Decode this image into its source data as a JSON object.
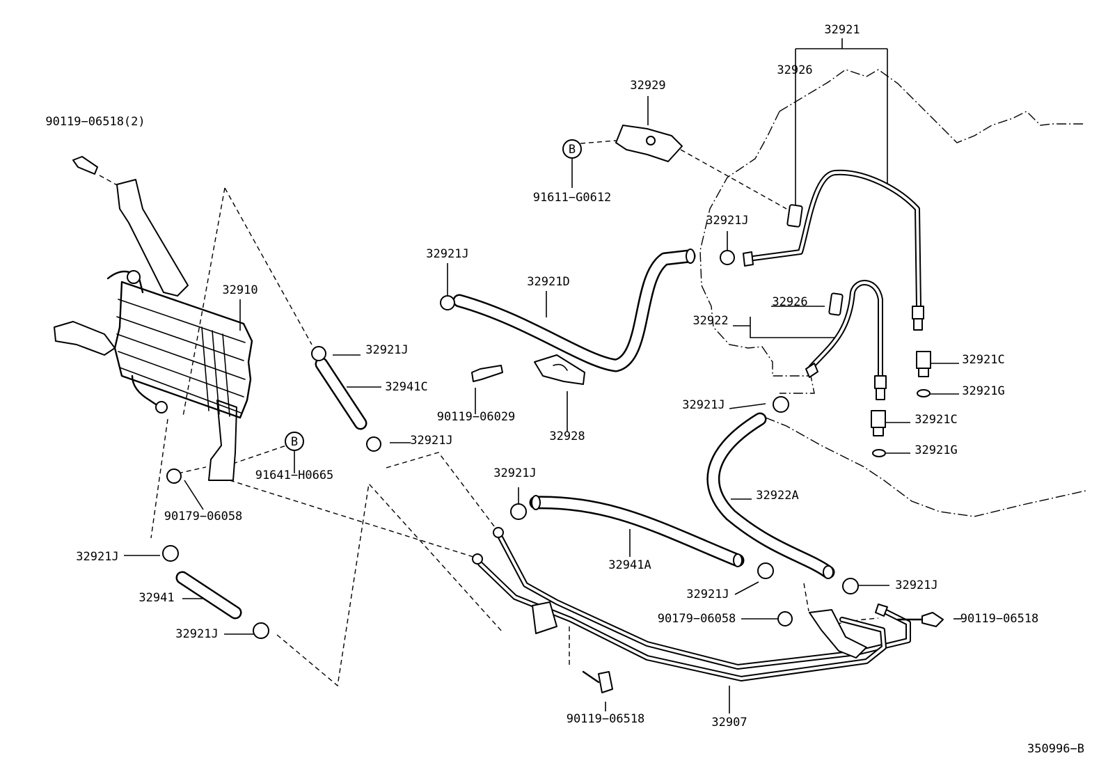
{
  "diagram": {
    "drawing_code": "350996−B",
    "reference_marker": "B",
    "labels": {
      "p32921": "32921",
      "p32926_top": "32926",
      "p32929": "32929",
      "p90119_06518_2": "90119−06518(2)",
      "p91611_G0612": "91611−G0612",
      "p32921J_upper": "32921J",
      "p32921J_left": "32921J",
      "p32921D": "32921D",
      "p32910": "32910",
      "p32926_mid": "32926",
      "p32922": "32922",
      "p32921J_c1": "32921J",
      "p32941C": "32941C",
      "p32921C_1": "32921C",
      "p32921G_1": "32921G",
      "p90119_06029": "90119−06029",
      "p32921J_mid": "32921J",
      "p32921C_2": "32921C",
      "p32928": "32928",
      "p32921J_c2": "32921J",
      "p32921G_2": "32921G",
      "p91641_H0665": "91641−H0665",
      "p32921J_lowmid": "32921J",
      "p32922A": "32922A",
      "p90179_06058_left": "90179−06058",
      "p32921J_lowleft": "32921J",
      "p32941A": "32941A",
      "p32921J_right": "32921J",
      "p32941": "32941",
      "p32921J_lowc": "32921J",
      "p90179_06058_right": "90179−06058",
      "p90119_06518_right": "90119−06518",
      "p32921J_bottom": "32921J",
      "p90119_06518_bottom": "90119−06518",
      "p32907": "32907"
    }
  }
}
